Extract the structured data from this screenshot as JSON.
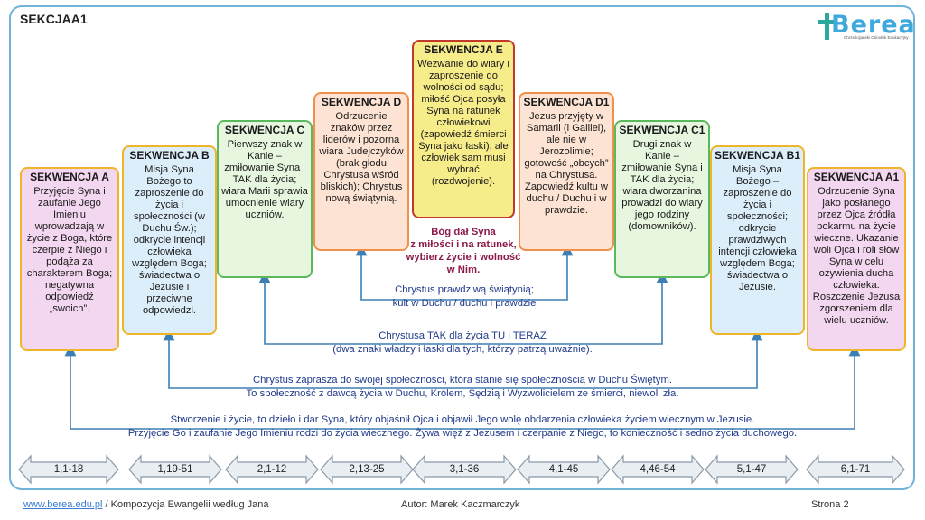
{
  "header": {
    "title": "SEKCJAA1"
  },
  "logo": {
    "word": "Berea",
    "sub": "Chrześcijański Ośrodek Edukacyjny"
  },
  "boxes": [
    {
      "id": "A",
      "title": "SEKWENCJA A",
      "body": "Przyjęcie Syna i zaufanie Jego Imieniu wprowadzają w życie z Boga, które czerpie z Niego i podąża za charakterem Boga; negatywna odpowiedź „swoich”.",
      "fill": "#f3d6ef",
      "border": "#f0b429"
    },
    {
      "id": "B",
      "title": "SEKWENCJA B",
      "body": "Misja Syna Bożego to zaproszenie do życia i społeczności (w Duchu Św.); odkrycie intencji człowieka względem Boga; świadectwa o Jezusie i przeciwne odpowiedzi.",
      "fill": "#dceefa",
      "border": "#f0b429"
    },
    {
      "id": "C",
      "title": "SEKWENCJA C",
      "body": "Pierwszy znak w Kanie – zmiłowanie Syna i TAK dla życia; wiara Marii sprawia umocnienie wiary uczniów.",
      "fill": "#e6f6df",
      "border": "#5cb85c"
    },
    {
      "id": "D",
      "title": "SEKWENCJA D",
      "body": "Odrzucenie znaków przez liderów i pozorna wiara Judejczyków (brak głodu Chrystusa wśród bliskich); Chrystus nową świątynią.",
      "fill": "#fde3d3",
      "border": "#f0904a"
    },
    {
      "id": "E",
      "title": "SEKWENCJA E",
      "body": "Wezwanie do wiary i zaproszenie do wolności od sądu; miłość Ojca posyła Syna na ratunek człowiekowi (zapowiedź śmierci Syna jako łaski), ale człowiek sam musi wybrać (rozdwojenie).",
      "fill": "#f6ec8a",
      "border": "#c0392b"
    },
    {
      "id": "D1",
      "title": "SEKWENCJA D1",
      "body": "Jezus przyjęty w Samarii (i Galilei), ale nie w Jerozolimie; gotowość „obcych” na Chrystusa. Zapowiedź kultu w duchu / Duchu i w prawdzie.",
      "fill": "#fde3d3",
      "border": "#f0904a"
    },
    {
      "id": "C1",
      "title": "SEKWENCJA C1",
      "body": "Drugi znak w Kanie – zmiłowanie Syna i TAK dla życia; wiara dworzanina prowadzi do wiary jego rodziny (domowników).",
      "fill": "#e6f6df",
      "border": "#5cb85c"
    },
    {
      "id": "B1",
      "title": "SEKWENCJA B1",
      "body": "Misja Syna Bożego – zaproszenie do życia i społeczności; odkrycie prawdziwych intencji człowieka względem Boga; świadectwa o Jezusie.",
      "fill": "#dceefa",
      "border": "#f0b429"
    },
    {
      "id": "A1",
      "title": "SEKWENCJA A1",
      "body": "Odrzucenie Syna jako posłanego przez Ojca źródła pokarmu na życie wieczne. Ukazanie woli Ojca i roli słów Syna w celu ożywienia ducha człowieka. Roszczenie Jezusa zgorszeniem dla wielu uczniów.",
      "fill": "#f3d6ef",
      "border": "#f0b429"
    }
  ],
  "center_note": [
    "Bóg dał Syna",
    "z miłości i na ratunek,",
    "wybierz życie i wolność",
    "w Nim."
  ],
  "connectors": [
    {
      "id": "DD1",
      "lines": [
        "Chrystus prawdziwą świątynią;",
        "kult w Duchu / duchu i prawdzie"
      ]
    },
    {
      "id": "CC1",
      "lines": [
        "Chrystusa TAK dla życia TU i TERAZ",
        "(dwa znaki władzy i łaski dla tych, którzy patrzą uważnie)."
      ]
    },
    {
      "id": "BB1",
      "lines": [
        "Chrystus zaprasza do swojej społeczności, która stanie się społecznością w Duchu Świętym.",
        "To społeczność z dawcą życia w Duchu, Królem, Sędzią i Wyzwolicielem ze śmierci, niewoli zła."
      ]
    },
    {
      "id": "AA1",
      "lines": [
        "Stworzenie i życie, to dzieło i dar Syna, który objaśnił Ojca i objawił Jego wolę obdarzenia człowieka życiem wiecznym w Jezusie.",
        "Przyjęcie Go i zaufanie Jego Imieniu rodzi do życia wiecznego. Żywa więź z Jezusem i czerpanie z Niego, to konieczność i sedno życia duchowego."
      ]
    }
  ],
  "references": [
    "1,1-18",
    "1,19-51",
    "2,1-12",
    "2,13-25",
    "3,1-36",
    "4,1-45",
    "4,46-54",
    "5,1-47",
    "6,1-71"
  ],
  "footer": {
    "link": "www.berea.edu.pl",
    "doc": " / Kompozycja Ewangelii według Jana",
    "author": "Autor: Marek Kaczmarczyk",
    "page": "Strona 2"
  },
  "colors": {
    "frame": "#6fb3d9",
    "connector": "#3b7fb5",
    "arrow_fill": "#e9eef3",
    "arrow_border": "#8a99a8"
  }
}
